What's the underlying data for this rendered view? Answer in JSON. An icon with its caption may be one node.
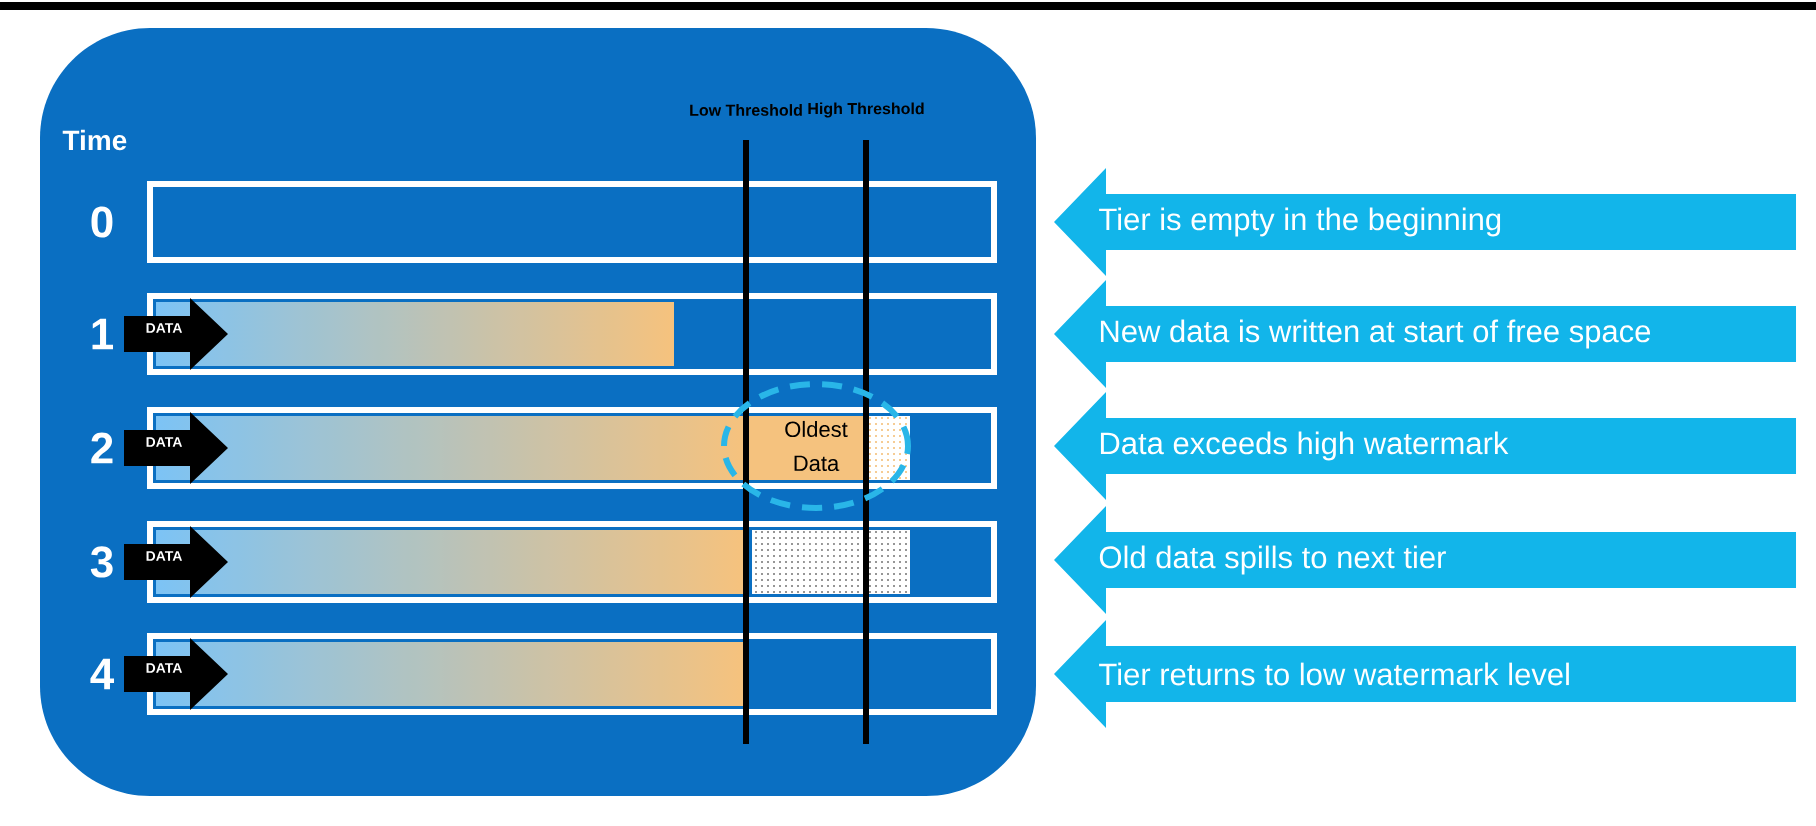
{
  "diagram": {
    "nodes": [
      {
        "text": [
          "Time"
        ]
      },
      {
        "text": [],
        "shape": "box",
        "beside": [
          "0"
        ],
        "in": 0
      },
      {
        "text": [],
        "shape": "box",
        "beside": [
          "1"
        ],
        "in": 0
      },
      {
        "text": [
          "DATA"
        ],
        "in": 0
      },
      {
        "text": [],
        "shape": "box",
        "beside": [
          "2"
        ],
        "in": 0
      },
      {
        "text": [
          "DATA"
        ],
        "in": 0
      },
      {
        "text": [
          "Oldest Data"
        ],
        "in": 0
      },
      {
        "text": [],
        "shape": "box",
        "beside": [
          "3"
        ],
        "in": 0
      },
      {
        "text": [
          "DATA"
        ],
        "in": 0
      },
      {
        "text": [],
        "shape": "box",
        "beside": [
          "4"
        ],
        "in": 0
      },
      {
        "text": [
          "DATA"
        ],
        "in": 0
      },
      {
        "text": [
          "Tier is empty in the beginning"
        ]
      },
      {
        "text": [
          "New data is written at start of free space"
        ]
      },
      {
        "text": [
          "Data exceeds high watermark"
        ]
      },
      {
        "text": [
          "Old data spills to next tier"
        ]
      },
      {
        "text": [
          "Tier returns to low watermark level"
        ]
      }
    ],
    "labels": [
      "Low Threshold",
      "High Threshold"
    ]
  }
}
